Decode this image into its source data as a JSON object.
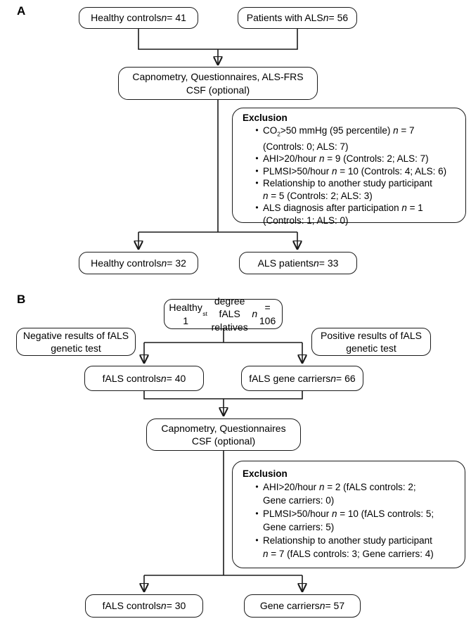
{
  "figure": {
    "colors": {
      "line": "#1a1a1a",
      "box_border": "#1a1a1a",
      "background": "#ffffff",
      "text": "#000000"
    },
    "panel_a": {
      "label": "A",
      "top_left_box": "Healthy controls *n* = 41",
      "top_right_box": "Patients with ALS *n* = 56",
      "procedure_box": "Capnometry, Questionnaires, ALS-FRS\nCSF (optional)",
      "exclusion": {
        "title": "Exclusion",
        "items": [
          "CO~2~>50 mmHg (95 percentile) *n* = 7\n(Controls: 0; ALS: 7)",
          "AHI>20/hour *n* = 9 (Controls: 2; ALS: 7)",
          "PLMSI>50/hour *n* = 10 (Controls: 4; ALS: 6)",
          "Relationship to another study participant\n*n* = 5 (Controls: 2; ALS: 3)",
          "ALS diagnosis after participation *n* = 1\n(Controls: 1; ALS: 0)"
        ]
      },
      "bottom_left_box": "Healthy controls *n* = 32",
      "bottom_right_box": "ALS patients *n* = 33"
    },
    "panel_b": {
      "label": "B",
      "top_box": "Healthy 1^st^ degree fALS\nrelatives *n* = 106",
      "side_left_box": "Negative results of fALS\ngenetic test",
      "side_right_box": "Positive results of fALS\ngenetic test",
      "mid_left_box": "fALS controls *n* = 40",
      "mid_right_box": "fALS gene carriers *n* = 66",
      "procedure_box": "Capnometry, Questionnaires\nCSF (optional)",
      "exclusion": {
        "title": "Exclusion",
        "items": [
          "AHI>20/hour *n* = 2 (fALS controls: 2;\nGene carriers: 0)",
          "PLMSI>50/hour *n* = 10 (fALS controls: 5;\nGene carriers: 5)",
          "Relationship to another study participant\n*n* = 7 (fALS controls: 3; Gene carriers: 4)"
        ]
      },
      "bottom_left_box": "fALS controls *n* = 30",
      "bottom_right_box": "Gene carriers *n* = 57"
    }
  }
}
